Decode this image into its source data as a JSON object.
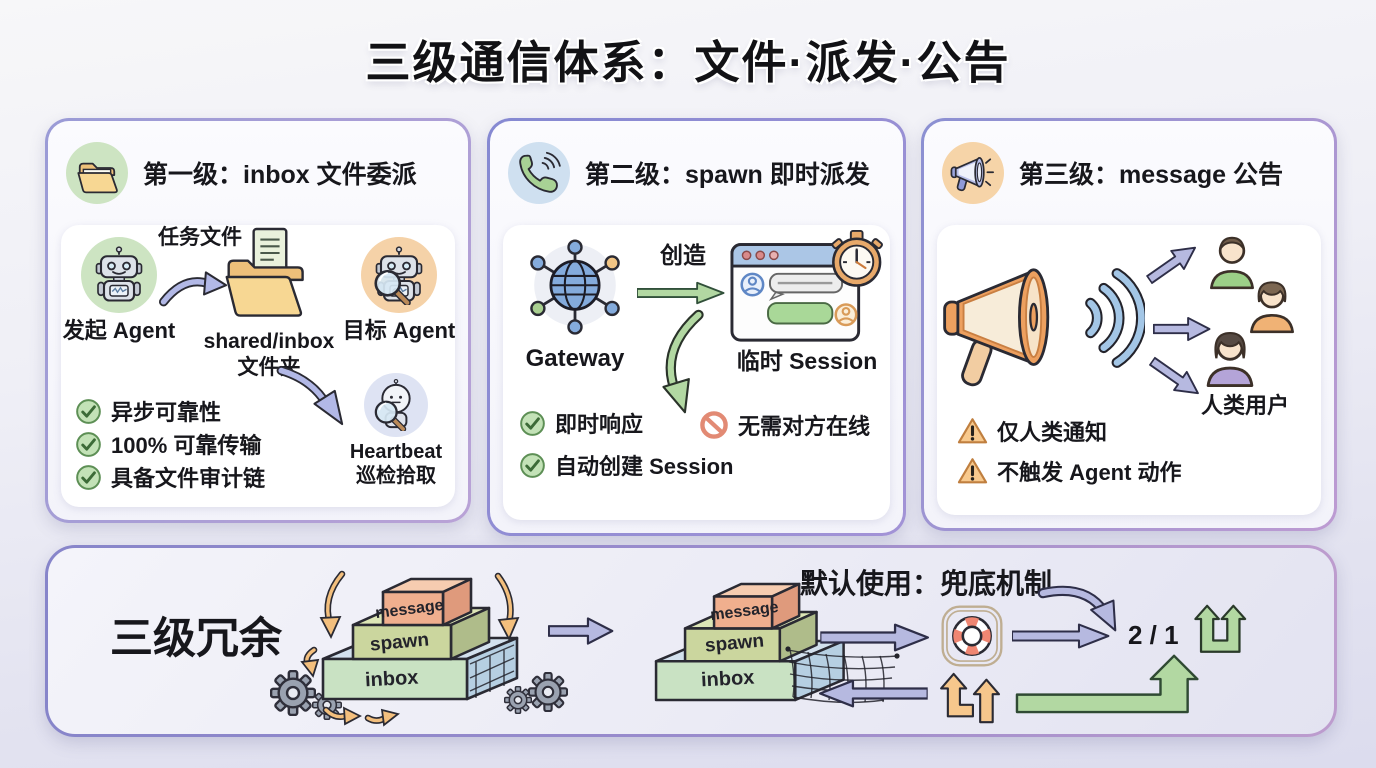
{
  "title": "三级通信体系：文件·派发·公告",
  "colors": {
    "accent_purple": "#9b8ccc",
    "arrow_purple": "#b6b9e0",
    "arrow_green": "#b2d8a2",
    "arrow_orange": "#f3bf7d",
    "check_green": "#c3e2b7",
    "warn_orange": "#f8c98d",
    "no_red": "#e28a74"
  },
  "icons": {
    "folder": "open folder",
    "phone": "telephone handset with waves",
    "megaphone": "megaphone loudspeaker",
    "check": "green check circle",
    "prohibited": "red no-entry circle",
    "warning": "orange warning triangle",
    "gear": "gray gear",
    "life_buoy": "life buoy ring",
    "stopwatch": "orange stopwatch"
  },
  "cards": [
    {
      "header": "第一级：inbox 文件委派",
      "source_label": "发起 Agent",
      "task_arrow_label": "任务文件",
      "folder_label_line1": "shared/inbox",
      "folder_label_line2": "文件夹",
      "target_label": "目标 Agent",
      "heartbeat_line1": "Heartbeat",
      "heartbeat_line2": "巡检拾取",
      "checklist": [
        {
          "text": "异步可靠性"
        },
        {
          "text": "100% 可靠传输"
        },
        {
          "text": "具备文件审计链"
        }
      ]
    },
    {
      "header": "第二级：spawn 即时派发",
      "gateway_label": "Gateway",
      "create_arrow_label": "创造",
      "session_label": "临时 Session",
      "check_1": "即时响应",
      "no_item": "无需对方在线",
      "check_2": "自动创建 Session"
    },
    {
      "header": "第三级：message 公告",
      "users_label": "人类用户",
      "warn_1": "仅人类通知",
      "warn_2": "不触发 Agent 动作"
    }
  ],
  "bottom": {
    "redundancy_label": "三级冗余",
    "stack_labels": [
      "message",
      "spawn",
      "inbox"
    ],
    "default_label": "默认使用：兜底机制",
    "ratio_label": "2 / 1"
  }
}
